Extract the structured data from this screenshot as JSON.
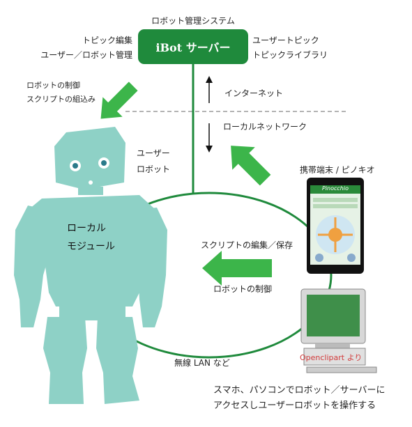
{
  "server": {
    "caption": "ロボット管理システム",
    "name": "iBot サーバー",
    "left_lines": [
      "トピック編集",
      "ユーザー／ロボット管理"
    ],
    "right_lines": [
      "ユーザートピック",
      "トピックライブラリ"
    ]
  },
  "arrow_control": [
    "ロボットの制御",
    "スクリプトの組込み"
  ],
  "network": {
    "internet": "インターネット",
    "local": "ローカルネットワーク"
  },
  "robot": {
    "user_robot": [
      "ユーザー",
      "ロボット"
    ],
    "module": [
      "ローカル",
      "モジュール"
    ]
  },
  "mobile": {
    "caption": "携帯端末 / ピノキオ",
    "app_name": "Pinocchio"
  },
  "edit": {
    "script": "スクリプトの編集／保存",
    "control": "ロボットの制御"
  },
  "lan": "無線 LAN など",
  "credit": "Openclipart より",
  "footer": [
    "スマホ、パソコンでロボット／サーバーに",
    "アクセスしユーザーロボットを操作する"
  ],
  "colors": {
    "server_green": "#1f8a3c",
    "arrow_green": "#3cb54a",
    "robot_teal": "#8ed1c6",
    "ellipse": "#1f8a3c",
    "credit_red": "#d23c3c"
  },
  "icons": [
    "robot-figure",
    "smartphone-icon",
    "desktop-computer-icon"
  ]
}
